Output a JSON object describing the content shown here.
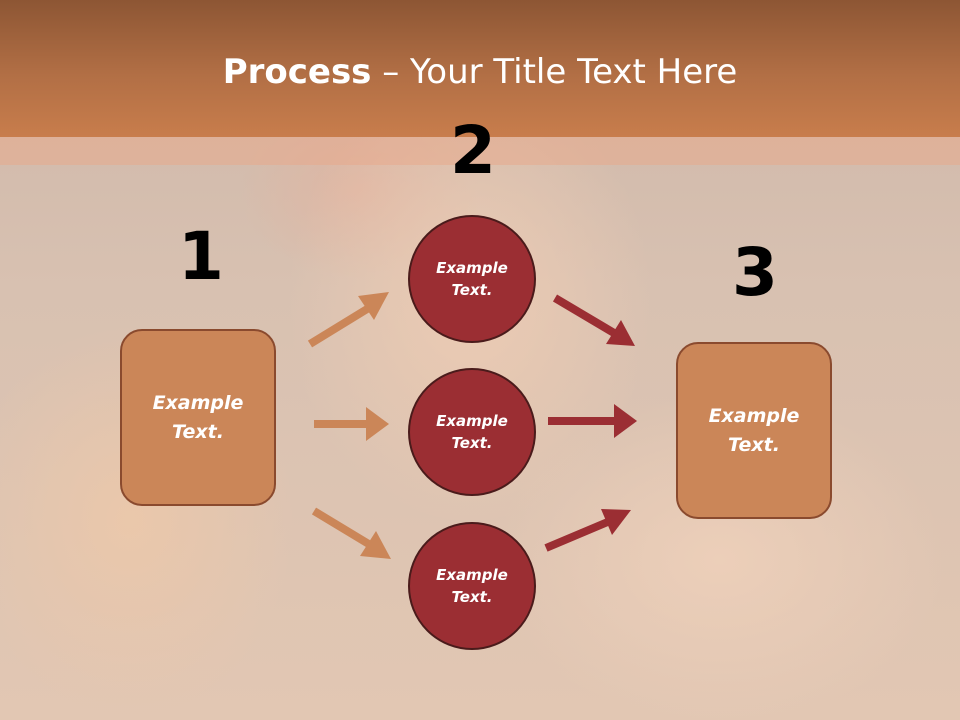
{
  "slide": {
    "title_bold": "Process",
    "title_rest": " – Your Title Text Here"
  },
  "steps": {
    "one": "1",
    "two": "2",
    "three": "3"
  },
  "nodes": {
    "left_box": "Example Text.",
    "circle_top": "Example Text.",
    "circle_middle": "Example Text.",
    "circle_bottom": "Example Text.",
    "right_box": "Example Text."
  },
  "colors": {
    "header": "#b26f45",
    "box_fill": "#cb8658",
    "circle_fill": "#9b2e33",
    "arrow_orange": "#cb8658",
    "arrow_red": "#9b2e33"
  }
}
